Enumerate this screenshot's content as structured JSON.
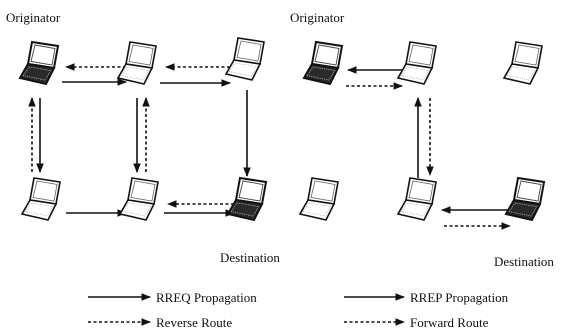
{
  "left_panel": {
    "originator_label": "Originator",
    "destination_label": "Destination",
    "nodes": [
      {
        "id": "originator",
        "style": "dark"
      },
      {
        "id": "top-middle",
        "style": "light"
      },
      {
        "id": "top-right",
        "style": "light"
      },
      {
        "id": "bottom-left",
        "style": "light"
      },
      {
        "id": "bottom-middle",
        "style": "light"
      },
      {
        "id": "destination",
        "style": "dark"
      }
    ]
  },
  "right_panel": {
    "originator_label": "Originator",
    "destination_label": "Destination",
    "nodes": [
      {
        "id": "originator",
        "style": "dark"
      },
      {
        "id": "top-middle",
        "style": "light"
      },
      {
        "id": "top-right",
        "style": "light"
      },
      {
        "id": "bottom-left",
        "style": "light"
      },
      {
        "id": "bottom-middle",
        "style": "light"
      },
      {
        "id": "destination",
        "style": "dark"
      }
    ]
  },
  "legend": {
    "rreq": "RREQ Propagation",
    "reverse": "Reverse Route",
    "rrep": "RREP Propagation",
    "forward": "Forward Route"
  },
  "colors": {
    "line": "#111111",
    "dark_key": "#2a2a2a",
    "light_key": "#ffffff"
  }
}
